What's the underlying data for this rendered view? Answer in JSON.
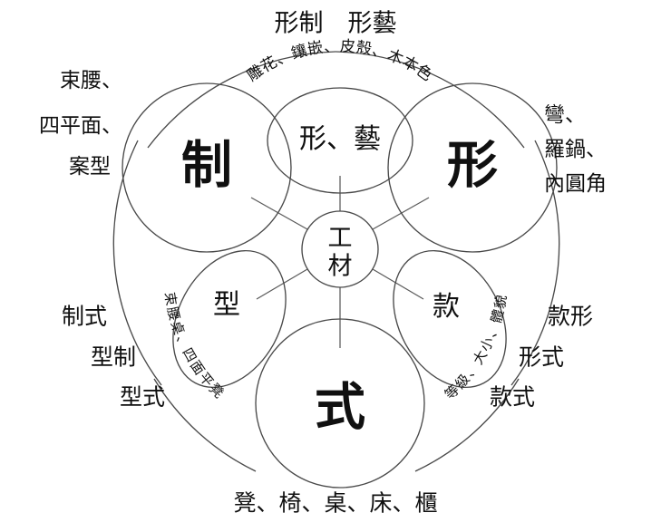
{
  "diagram": {
    "title_top": "形制　形藝",
    "caption_bottom": "凳、椅、桌、床、櫃",
    "core_circles": [
      {
        "id": "zhi",
        "label": "制"
      },
      {
        "id": "xing",
        "label": "形"
      },
      {
        "id": "shi",
        "label": "式"
      }
    ],
    "mid_ellipses": [
      {
        "id": "xing-yi",
        "label": "形、藝"
      },
      {
        "id": "xing-type",
        "label": "型"
      },
      {
        "id": "kuan",
        "label": "款"
      }
    ],
    "center": {
      "id": "gong-cai",
      "line1": "工",
      "line2": "材"
    },
    "arc_labels": {
      "top": "雕花、鑲嵌、皮殼、木本色",
      "lower_left": "束腰桌、四面平凳",
      "lower_right": "等級、大小、體貌"
    },
    "side_labels": {
      "upper_left": [
        "束腰、",
        "四平面、",
        "案型"
      ],
      "upper_right": [
        "彎、",
        "羅鍋、",
        "內圓角"
      ],
      "lower_left": [
        "制式",
        "型制",
        "型式"
      ],
      "lower_right": [
        "款形",
        "形式",
        "款式"
      ]
    },
    "colors": {
      "stroke": "#4a4a4a",
      "text": "#101010",
      "background": "#ffffff"
    }
  }
}
